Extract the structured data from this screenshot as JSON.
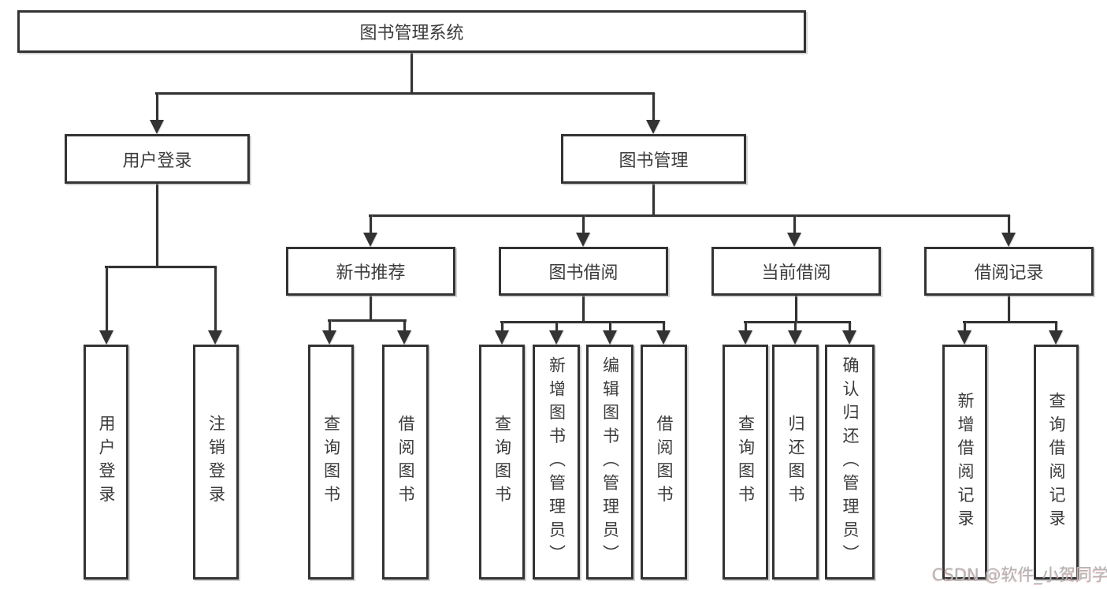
{
  "diagram": {
    "type": "hierarchy",
    "title": "图书管理系统",
    "colors": {
      "line": "#333333",
      "text": "#3b3b3b",
      "background": "#ffffff",
      "watermark": "#b3b3b3"
    }
  },
  "tree": {
    "label": "图书管理系统",
    "children": [
      {
        "label": "用户登录",
        "children": [
          {
            "label": "用户登录"
          },
          {
            "label": "注销登录"
          }
        ]
      },
      {
        "label": "图书管理",
        "children": [
          {
            "label": "新书推荐",
            "children": [
              {
                "label": "查询图书"
              },
              {
                "label": "借阅图书"
              }
            ]
          },
          {
            "label": "图书借阅",
            "children": [
              {
                "label": "查询图书"
              },
              {
                "label": "新增图书（管理员）"
              },
              {
                "label": "编辑图书（管理员）"
              },
              {
                "label": "借阅图书"
              }
            ]
          },
          {
            "label": "当前借阅",
            "children": [
              {
                "label": "查询图书"
              },
              {
                "label": "归还图书"
              },
              {
                "label": "确认归还（管理员）"
              }
            ]
          },
          {
            "label": "借阅记录",
            "children": [
              {
                "label": "新增借阅记录"
              },
              {
                "label": "查询借阅记录"
              }
            ]
          }
        ]
      }
    ]
  },
  "watermark": {
    "text": "CSDN @软件_小贺同学"
  }
}
